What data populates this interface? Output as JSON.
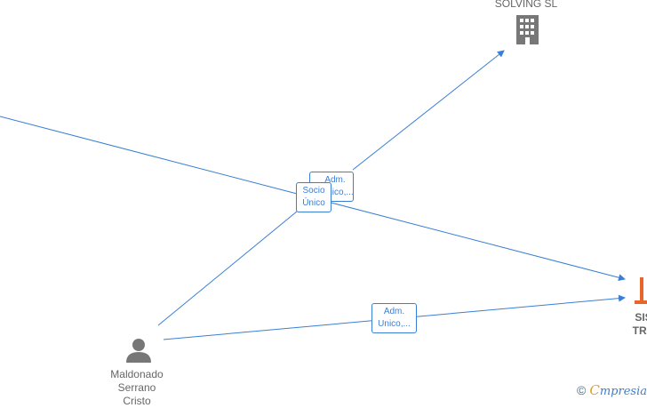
{
  "nodes": {
    "top_company": {
      "label_line1": "SOLVING  SL",
      "icon": "building-icon",
      "color": "#777777"
    },
    "right_company": {
      "label_line1": "SIS",
      "label_line2": "TRA",
      "icon": "building-icon",
      "color": "#e8662a"
    },
    "person": {
      "label_line1": "Maldonado",
      "label_line2": "Serrano",
      "label_line3": "Cristo",
      "icon": "person-icon",
      "color": "#777777"
    }
  },
  "edges": {
    "adm_top": {
      "line1": "Adm.",
      "line2": "Unico,..."
    },
    "socio": {
      "line1": "Socio",
      "line2": "Único"
    },
    "adm_bottom": {
      "line1": "Adm.",
      "line2": "Unico,..."
    }
  },
  "colors": {
    "edge": "#3a7fd5"
  },
  "brand": {
    "copyright": "©",
    "initial": "C",
    "rest": "mpresia"
  }
}
